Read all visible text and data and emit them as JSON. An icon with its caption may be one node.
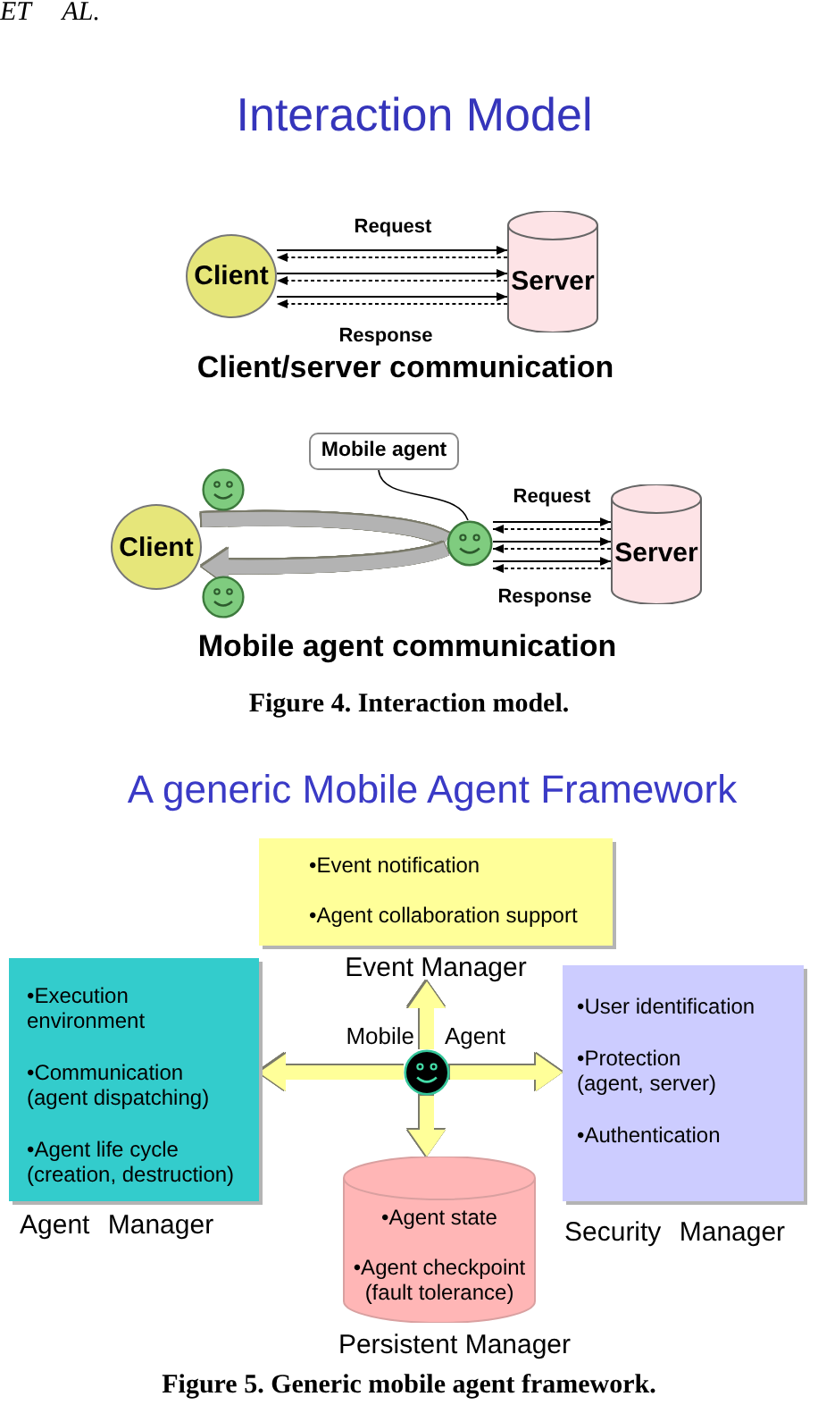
{
  "diagram": {
    "nodes": [
      {
        "text": [
          "Client"
        ]
      },
      {
        "text": [
          "Server"
        ]
      },
      {
        "text": [
          "Mobile agent"
        ]
      },
      {
        "text": [
          "Client"
        ]
      },
      {
        "text": [],
        "shape": "smiley"
      },
      {
        "text": [],
        "shape": "smiley"
      },
      {
        "text": [],
        "shape": "smiley"
      },
      {
        "text": [
          "Server"
        ]
      },
      {
        "text": [
          "•Event notification",
          "•Agent collaboration support",
          "Event Manager"
        ]
      },
      {
        "text": [
          "•Execution environment",
          "•Communication (agent dispatching)",
          "•Agent life cycle (creation, destruction)",
          "Agent Manager"
        ]
      },
      {
        "text": [],
        "shape": "smiley",
        "beside": [
          "Mobile",
          "Agent"
        ]
      },
      {
        "text": [
          "•User identification",
          "•Protection (agent, server)",
          "•Authentication",
          "Security Manager"
        ]
      },
      {
        "text": [
          "•Agent state",
          "•Agent checkpoint (fault tolerance)",
          "Persistent Manager"
        ]
      }
    ],
    "edges": [
      {
        "from": 0,
        "to": 1,
        "arrow": "to",
        "label": "Request"
      },
      {
        "from": 1,
        "to": 0,
        "arrow": "to",
        "style": "dashed"
      },
      {
        "from": 0,
        "to": 1,
        "arrow": "to"
      },
      {
        "from": 1,
        "to": 0,
        "arrow": "to",
        "style": "dashed"
      },
      {
        "from": 0,
        "to": 1,
        "arrow": "to"
      },
      {
        "from": 1,
        "to": 0,
        "arrow": "to",
        "style": "dashed",
        "label": "Response"
      },
      {
        "from": 3,
        "to": 6,
        "arrow": "none",
        "style": "thick",
        "color": "#b3b3b3"
      },
      {
        "from": 6,
        "to": 3,
        "arrow": "to",
        "style": "thick",
        "color": "#b3b3b3"
      },
      {
        "from": 2,
        "to": 6,
        "arrow": "none"
      },
      {
        "from": 6,
        "to": 7,
        "arrow": "to",
        "label": "Request"
      },
      {
        "from": 7,
        "to": 6,
        "arrow": "to",
        "style": "dashed"
      },
      {
        "from": 6,
        "to": 7,
        "arrow": "to"
      },
      {
        "from": 7,
        "to": 6,
        "arrow": "to",
        "style": "dashed"
      },
      {
        "from": 6,
        "to": 7,
        "arrow": "to"
      },
      {
        "from": 7,
        "to": 6,
        "arrow": "to",
        "style": "dashed",
        "label": "Response"
      },
      {
        "from": 10,
        "to": 8,
        "arrow": "to",
        "style": "thick",
        "color": "#ffff99"
      },
      {
        "from": 10,
        "to": 9,
        "arrow": "to",
        "style": "thick",
        "color": "#ffff99"
      },
      {
        "from": 10,
        "to": 11,
        "arrow": "to",
        "style": "thick",
        "color": "#ffff99"
      },
      {
        "from": 10,
        "to": 12,
        "arrow": "to",
        "style": "thick",
        "color": "#ffff99"
      }
    ],
    "labels": [
      "ET AL.",
      "Interaction Model",
      "Client/server communication",
      "Mobile agent communication",
      "Figure 4. Interaction model.",
      "A generic Mobile Agent Framework",
      "Figure 5. Generic mobile agent framework."
    ]
  }
}
